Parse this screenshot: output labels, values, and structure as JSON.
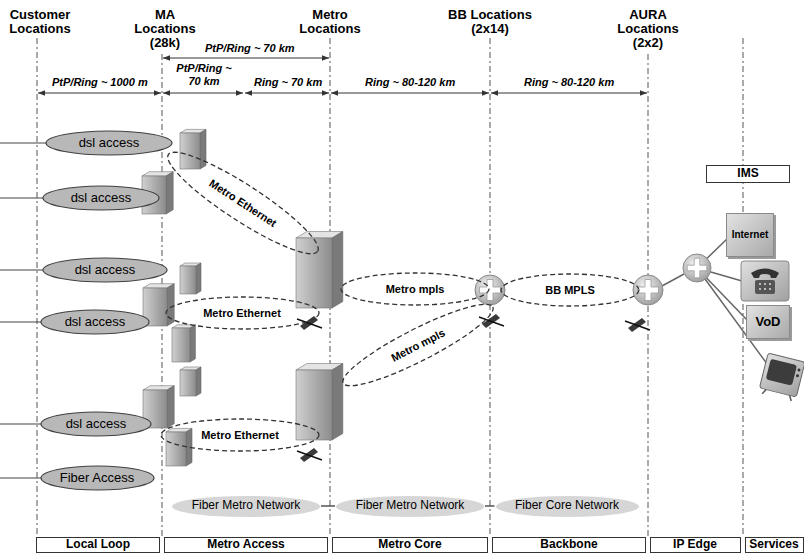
{
  "diagram": {
    "nodes": [
      {
        "text": [
          "dsl access"
        ]
      },
      {
        "text": [
          "Metro Ethernet"
        ]
      },
      {
        "text": [
          "dsl access"
        ]
      },
      {
        "text": [
          "IMS"
        ]
      },
      {
        "text": [
          "Internet"
        ]
      },
      {
        "text": [
          "dsl access"
        ]
      },
      {
        "text": [
          "Metro mpls"
        ]
      },
      {
        "text": [
          "BB MPLS"
        ]
      },
      {
        "text": [
          "dsl access"
        ]
      },
      {
        "text": [
          "Metro Ethernet"
        ]
      },
      {
        "text": [
          "VoD"
        ]
      },
      {
        "text": [
          "Metro mpls"
        ]
      },
      {
        "text": [
          "dsl access"
        ]
      },
      {
        "text": [
          "Metro Ethernet"
        ]
      },
      {
        "text": [
          "Fiber Access"
        ]
      },
      {
        "text": [
          "Fiber Metro Network"
        ]
      },
      {
        "text": [
          "Fiber Metro Network"
        ]
      },
      {
        "text": [
          "Fiber Core Network"
        ]
      },
      {
        "text": [
          "Local Loop"
        ]
      },
      {
        "text": [
          "Metro Access"
        ]
      },
      {
        "text": [
          "Metro Core"
        ]
      },
      {
        "text": [
          "Backbone"
        ]
      },
      {
        "text": [
          "IP Edge"
        ]
      },
      {
        "text": [
          "Services"
        ]
      }
    ],
    "edges": [
      {
        "from": 15,
        "to": 16,
        "arrow": "none"
      },
      {
        "from": 16,
        "to": 17,
        "arrow": "none"
      }
    ],
    "labels": [
      "Customer Locations",
      "MA Locations (28k)",
      "Metro Locations",
      "BB Locations (2x14)",
      "AURA Locations (2x2)",
      "PtP/Ring ~ 70 km",
      "PtP/Ring ~ 1000 m",
      "PtP/Ring ~ 70 km",
      "Ring ~ 70 km",
      "Ring ~ 80-120 km",
      "Ring ~ 80-120 km"
    ]
  }
}
